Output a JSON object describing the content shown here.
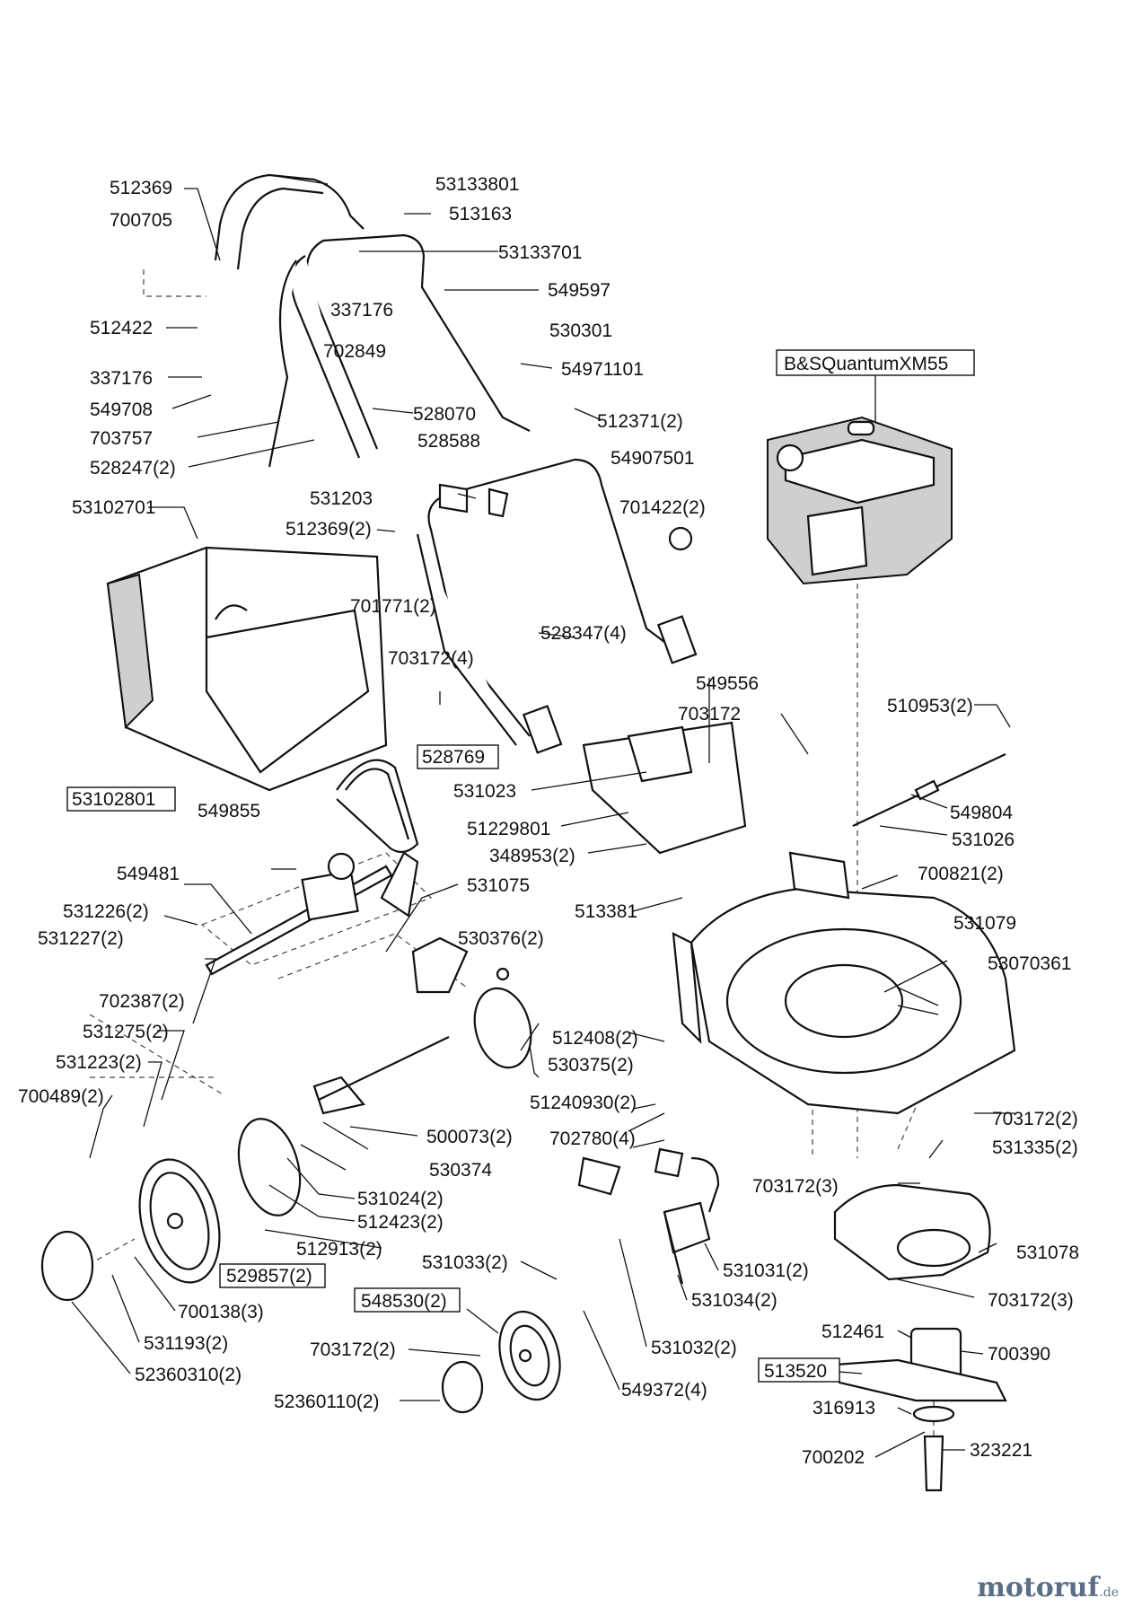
{
  "engine_label": "B&SQuantumXM55",
  "logo": {
    "name": "motoruf",
    "tld": ".de"
  },
  "labels": [
    {
      "id": "l1",
      "text": "512369"
    },
    {
      "id": "l2",
      "text": "700705"
    },
    {
      "id": "l3",
      "text": "53133801"
    },
    {
      "id": "l4",
      "text": "513163"
    },
    {
      "id": "l5",
      "text": "53133701"
    },
    {
      "id": "l6",
      "text": "549597"
    },
    {
      "id": "l7",
      "text": "512422"
    },
    {
      "id": "l8",
      "text": "337176"
    },
    {
      "id": "l9",
      "text": "530301"
    },
    {
      "id": "l10",
      "text": "702849"
    },
    {
      "id": "l11",
      "text": "337176"
    },
    {
      "id": "l12",
      "text": "54971101"
    },
    {
      "id": "l13",
      "text": "549708"
    },
    {
      "id": "l14",
      "text": "528070"
    },
    {
      "id": "l15",
      "text": "703757"
    },
    {
      "id": "l16",
      "text": "528588"
    },
    {
      "id": "l17",
      "text": "528247(2)"
    },
    {
      "id": "l18",
      "text": "512371(2)"
    },
    {
      "id": "l19",
      "text": "54907501"
    },
    {
      "id": "l20",
      "text": "531203"
    },
    {
      "id": "l21",
      "text": "701422(2)"
    },
    {
      "id": "l22",
      "text": "53102701"
    },
    {
      "id": "l23",
      "text": "512369(2)"
    },
    {
      "id": "l24",
      "text": "701771(2)"
    },
    {
      "id": "l25",
      "text": "528347(4)"
    },
    {
      "id": "l26",
      "text": "703172(4)"
    },
    {
      "id": "l27",
      "text": "549556"
    },
    {
      "id": "l28",
      "text": "510953(2)"
    },
    {
      "id": "l29",
      "text": "703172"
    },
    {
      "id": "l30",
      "text": "528769",
      "boxed": true
    },
    {
      "id": "l31",
      "text": "531023"
    },
    {
      "id": "l32",
      "text": "549804"
    },
    {
      "id": "l33",
      "text": "53102801",
      "boxed": true
    },
    {
      "id": "l34",
      "text": "51229801"
    },
    {
      "id": "l35",
      "text": "531026"
    },
    {
      "id": "l36",
      "text": "348953(2)"
    },
    {
      "id": "l37",
      "text": "549855"
    },
    {
      "id": "l38",
      "text": "700821(2)"
    },
    {
      "id": "l39",
      "text": "549481"
    },
    {
      "id": "l40",
      "text": "531075"
    },
    {
      "id": "l41",
      "text": "513381"
    },
    {
      "id": "l42",
      "text": "531079"
    },
    {
      "id": "l43",
      "text": "531226(2)"
    },
    {
      "id": "l44",
      "text": "531227(2)"
    },
    {
      "id": "l45",
      "text": "530376(2)"
    },
    {
      "id": "l46",
      "text": "53070361"
    },
    {
      "id": "l47",
      "text": "702387(2)"
    },
    {
      "id": "l48",
      "text": "531275(2)"
    },
    {
      "id": "l49",
      "text": "512408(2)"
    },
    {
      "id": "l50",
      "text": "531223(2)"
    },
    {
      "id": "l51",
      "text": "530375(2)"
    },
    {
      "id": "l52",
      "text": "700489(2)"
    },
    {
      "id": "l53",
      "text": "51240930(2)"
    },
    {
      "id": "l54",
      "text": "703172(2)"
    },
    {
      "id": "l55",
      "text": "500073(2)"
    },
    {
      "id": "l56",
      "text": "702780(4)"
    },
    {
      "id": "l57",
      "text": "531335(2)"
    },
    {
      "id": "l58",
      "text": "530374"
    },
    {
      "id": "l59",
      "text": "703172(3)"
    },
    {
      "id": "l60",
      "text": "531024(2)"
    },
    {
      "id": "l61",
      "text": "512423(2)"
    },
    {
      "id": "l62",
      "text": "512913(2)"
    },
    {
      "id": "l63",
      "text": "531078"
    },
    {
      "id": "l64",
      "text": "531033(2)"
    },
    {
      "id": "l65",
      "text": "531031(2)"
    },
    {
      "id": "l66",
      "text": "529857(2)",
      "boxed": true
    },
    {
      "id": "l67",
      "text": "531034(2)"
    },
    {
      "id": "l68",
      "text": "703172(3)"
    },
    {
      "id": "l69",
      "text": "548530(2)",
      "boxed": true
    },
    {
      "id": "l70",
      "text": "700138(3)"
    },
    {
      "id": "l71",
      "text": "512461"
    },
    {
      "id": "l72",
      "text": "531193(2)"
    },
    {
      "id": "l73",
      "text": "703172(2)"
    },
    {
      "id": "l74",
      "text": "531032(2)"
    },
    {
      "id": "l75",
      "text": "700390"
    },
    {
      "id": "l76",
      "text": "52360310(2)"
    },
    {
      "id": "l77",
      "text": "513520",
      "boxed": true
    },
    {
      "id": "l78",
      "text": "549372(4)"
    },
    {
      "id": "l79",
      "text": "52360110(2)"
    },
    {
      "id": "l80",
      "text": "316913"
    },
    {
      "id": "l81",
      "text": "700202"
    },
    {
      "id": "l82",
      "text": "323221"
    }
  ]
}
